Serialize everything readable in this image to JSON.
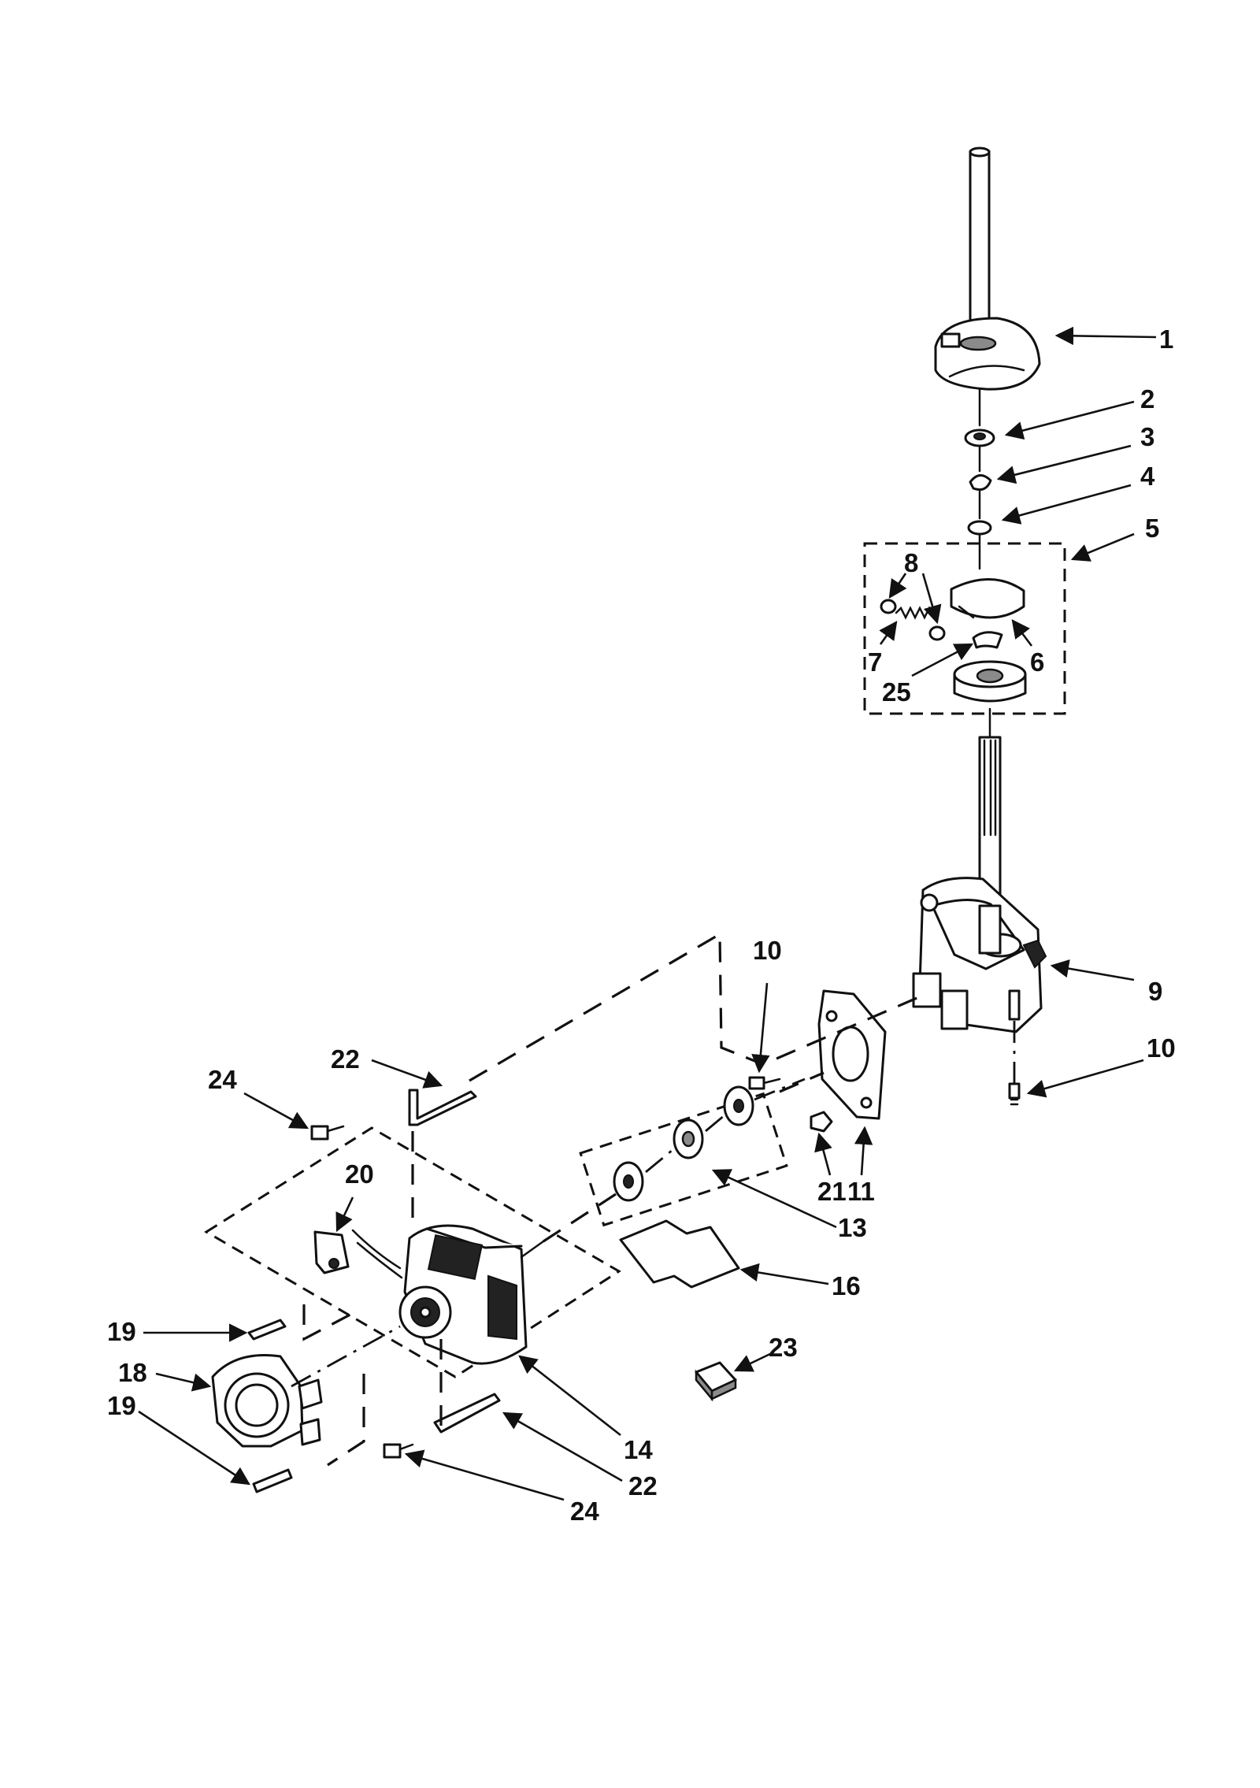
{
  "callouts": [
    {
      "id": "c1",
      "label": "1"
    },
    {
      "id": "c2",
      "label": "2"
    },
    {
      "id": "c3",
      "label": "3"
    },
    {
      "id": "c4",
      "label": "4"
    },
    {
      "id": "c5",
      "label": "5"
    },
    {
      "id": "c6",
      "label": "6"
    },
    {
      "id": "c7",
      "label": "7"
    },
    {
      "id": "c8",
      "label": "8"
    },
    {
      "id": "c25",
      "label": "25"
    },
    {
      "id": "c9",
      "label": "9"
    },
    {
      "id": "c10a",
      "label": "10"
    },
    {
      "id": "c10b",
      "label": "10"
    },
    {
      "id": "c11",
      "label": "11"
    },
    {
      "id": "c21",
      "label": "21"
    },
    {
      "id": "c13",
      "label": "13"
    },
    {
      "id": "c16",
      "label": "16"
    },
    {
      "id": "c22a",
      "label": "22"
    },
    {
      "id": "c24a",
      "label": "24"
    },
    {
      "id": "c20",
      "label": "20"
    },
    {
      "id": "c19a",
      "label": "19"
    },
    {
      "id": "c18",
      "label": "18"
    },
    {
      "id": "c19b",
      "label": "19"
    },
    {
      "id": "c14",
      "label": "14"
    },
    {
      "id": "c23",
      "label": "23"
    },
    {
      "id": "c22b",
      "label": "22"
    },
    {
      "id": "c24b",
      "label": "24"
    }
  ]
}
